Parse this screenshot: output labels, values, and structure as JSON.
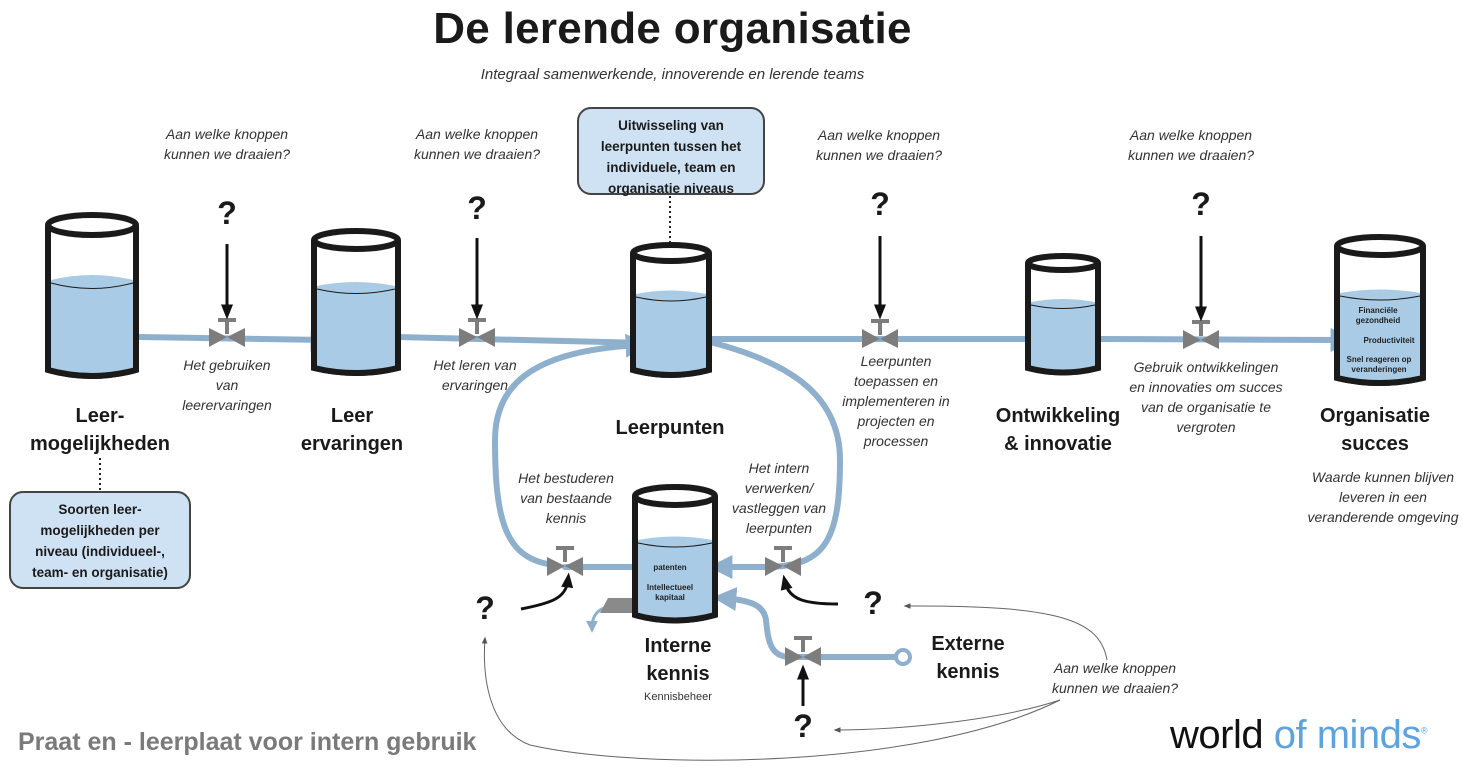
{
  "title": "De lerende organisatie",
  "subtitle": "Integraal samenwerkende, innoverende en lerende teams",
  "question_label": "Aan welke knoppen kunnen we draaien?",
  "question_mark": "?",
  "callouts": {
    "exchange": "Uitwisseling van leerpunten tussen het individuele, team en organisatie  niveaus",
    "types": "Soorten leer-mogelijkheden per niveau (individueel-, team- en organisatie)"
  },
  "containers": {
    "leermogelijkheden": {
      "line1": "Leer-",
      "line2": "mogelijkheden"
    },
    "leerervaringen": {
      "line1": "Leer",
      "line2": "ervaringen"
    },
    "leerpunten": {
      "line1": "Leerpunten"
    },
    "ontwikkeling": {
      "line1": "Ontwikkeling",
      "line2": "& innovatie"
    },
    "succes": {
      "line1": "Organisatie",
      "line2": "succes"
    },
    "intern": {
      "line1": "Interne",
      "line2": "kennis",
      "sub": "Kennisbeheer"
    },
    "extern": {
      "line1": "Externe",
      "line2": "kennis"
    }
  },
  "flow_labels": {
    "gebruiken": "Het gebruiken van leerervaringen",
    "leren": "Het leren van ervaringen",
    "toepassen": "Leerpunten toepassen en implementeren in projecten en processen",
    "gebruik_ontw": "Gebruik ontwikkelingen en innovaties om succes van de organisatie te vergroten",
    "bestuderen": "Het bestuderen van bestaande kennis",
    "verwerken": "Het intern verwerken/ vastleggen van leerpunten",
    "waarde": "Waarde kunnen blijven leveren in een veranderende omgeving"
  },
  "inner_labels": {
    "financieel": "Financiële gezondheid",
    "productiviteit": "Productiviteit",
    "snel": "Snel reageren op veranderingen",
    "patenten": "patenten",
    "kapitaal": "Intellectueel kapitaal"
  },
  "colors": {
    "water": "#a9cbe6",
    "pipe": "#8fb0cc",
    "callout_bg": "#cfe2f3",
    "valve": "#7d7d7d"
  },
  "footer": "Praat en - leerplaat voor intern gebruik",
  "logo": {
    "word1": "world",
    "word2": "of",
    "word3": "minds",
    "mark": "®"
  }
}
